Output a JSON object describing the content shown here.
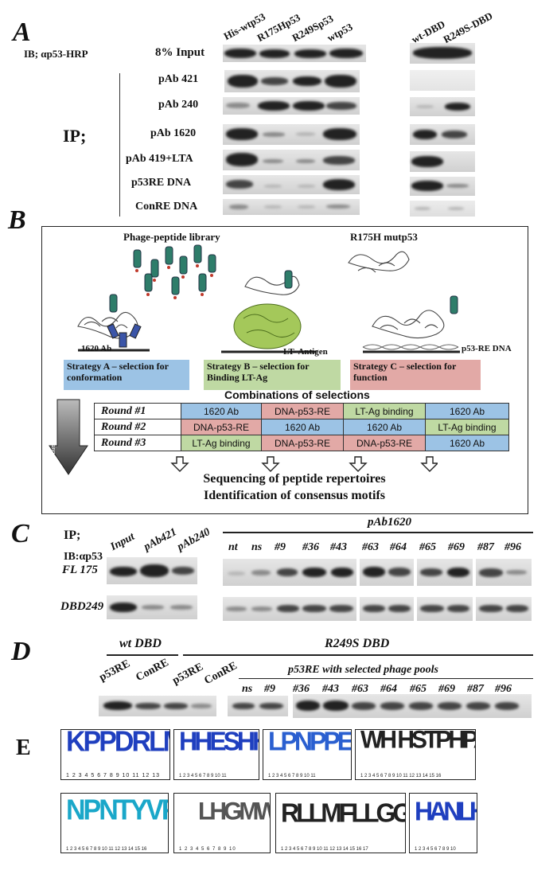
{
  "panelA": {
    "letter": "A",
    "ib_label": "IB; αp53-HRP",
    "input_label": "8% Input",
    "ip_label": "IP;",
    "lanes_left": [
      "His-wtp53",
      "R175Hp53",
      "R249Sp53",
      "wtp53"
    ],
    "lanes_right": [
      "wt-DBD",
      "R249S-DBD"
    ],
    "rows": [
      "pAb 421",
      "pAb 240",
      "pAb 1620",
      "pAb 419+LTA",
      "p53RE DNA",
      "ConRE DNA"
    ]
  },
  "panelB": {
    "letter": "B",
    "library_label": "Phage-peptide library",
    "mut_label": "R175H mutp53",
    "ab_label": "1620 Ab",
    "lt_label": "LT- Antigen",
    "dna_label": "p53-RE DNA",
    "strategyA": "Strategy A – selection for conformation",
    "strategyB": "Strategy B – selection for Binding LT-Ag",
    "strategyC": "Strategy C – selection for function",
    "arrow_label": "Increasing stringency",
    "comb_title": "Combinations of selections",
    "rounds": [
      {
        "label": "Round  #1",
        "cells": [
          "1620 Ab",
          "DNA-p53-RE",
          "LT-Ag binding",
          "1620 Ab"
        ]
      },
      {
        "label": "Round  #2",
        "cells": [
          "DNA-p53-RE",
          "1620 Ab",
          "1620 Ab",
          "LT-Ag binding"
        ]
      },
      {
        "label": "Round  #3",
        "cells": [
          "LT-Ag binding",
          "DNA-p53-RE",
          "DNA-p53-RE",
          "1620 Ab"
        ]
      }
    ],
    "seq_line1": "Sequencing of peptide repertoires",
    "seq_line2": "Identification of consensus motifs"
  },
  "panelC": {
    "letter": "C",
    "ip_label": "IP;",
    "ib_label": "IB:αp53",
    "group_label": "pAb1620",
    "lanes_left": [
      "Input",
      "pAb421",
      "pAb240"
    ],
    "lanes": [
      "nt",
      "ns",
      "#9",
      "#36",
      "#43",
      "#63",
      "#64",
      "#65",
      "#69",
      "#87",
      "#96"
    ],
    "row1": "FL 175",
    "row2": "DBD249"
  },
  "panelD": {
    "letter": "D",
    "wt_label": "wt DBD",
    "mut_label": "R249S DBD",
    "lanes_left": [
      "p53RE",
      "ConRE",
      "p53RE",
      "ConRE"
    ],
    "pool_label": "p53RE  with selected phage pools",
    "lanes": [
      "ns",
      "#9",
      "#36",
      "#43",
      "#63",
      "#64",
      "#65",
      "#69",
      "#87",
      "#96"
    ]
  },
  "panelE": {
    "letter": "E",
    "logos": [
      {
        "text": "KPPDRLMHYTQP",
        "ticks": "1 2 3 4 5 6 7 8 9 10 11 12 13"
      },
      {
        "text": "HHESHHKT",
        "ticks": "1 2 3 4 5 6 7 8 9 10 11"
      },
      {
        "text": "LPNPPERHH",
        "ticks": "1 2 3 4 5 6 7 8 9 10 11"
      },
      {
        "text": "WH HSTPHPADT",
        "ticks": "1 2 3 4 5 6 7 8 9 10 11 12 13 14 15 16"
      },
      {
        "text": "NPNTYVPHMMRGH",
        "ticks": "1 2 3 4 5 6 7 8 9 10 11 12 13 14 15 16"
      },
      {
        "text": "LHGMW",
        "ticks": "1 2 3 4 5 6 7 8 9 10"
      },
      {
        "text": "RLLMFLLGGGR",
        "ticks": "1 2 3 4 5 6 7 8 9 10 11 12 13 14 15 16 17"
      },
      {
        "text": "HANLHHT",
        "ticks": "1 2 3 4 5 6 7 8 9 10"
      }
    ]
  }
}
